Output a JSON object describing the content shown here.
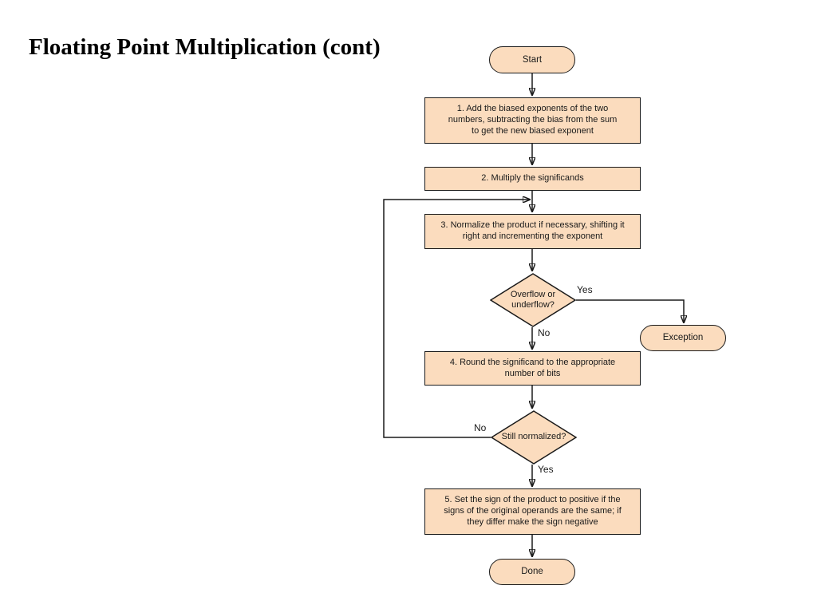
{
  "slide": {
    "title": "Floating Point Multiplication (cont)"
  },
  "flowchart": {
    "colors": {
      "node_fill": "#FBDCBE",
      "node_border": "#1A1A1A",
      "connector": "#1A1A1A",
      "background": "#FFFFFF"
    },
    "nodes": {
      "start": {
        "type": "terminator",
        "label": "Start"
      },
      "step1": {
        "type": "process",
        "label": "1. Add the biased exponents of the two numbers, subtracting the bias from the sum to get the new biased exponent"
      },
      "step2": {
        "type": "process",
        "label": "2. Multiply the significands"
      },
      "step3": {
        "type": "process",
        "label": "3. Normalize the product if necessary, shifting it right and incrementing the exponent"
      },
      "overflow_decision": {
        "type": "decision",
        "label": "Overflow or underflow?"
      },
      "exception": {
        "type": "terminator",
        "label": "Exception"
      },
      "step4": {
        "type": "process",
        "label": "4. Round the significand to the appropriate number of bits"
      },
      "normalized_decision": {
        "type": "decision",
        "label": "Still normalized?"
      },
      "step5": {
        "type": "process",
        "label": "5. Set the sign of the product to positive if the signs of the original operands are the same; if they differ make the sign negative"
      },
      "done": {
        "type": "terminator",
        "label": "Done"
      }
    },
    "edge_labels": {
      "overflow_yes": "Yes",
      "overflow_no": "No",
      "normalized_no": "No",
      "normalized_yes": "Yes"
    }
  }
}
